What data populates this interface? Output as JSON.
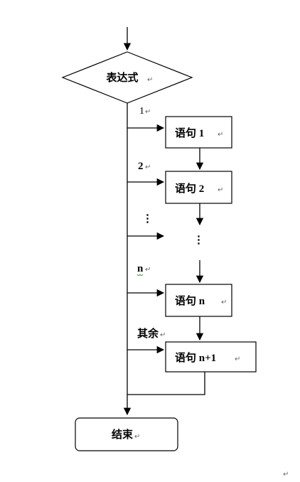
{
  "flowchart": {
    "decision": "表达式",
    "cases": [
      {
        "label": "1",
        "statement": "语句 1"
      },
      {
        "label": "2",
        "statement": "语句 2"
      },
      {
        "label": "⋮",
        "statement": "⋮"
      },
      {
        "label": "n",
        "statement": "语句 n"
      },
      {
        "label": "其余",
        "statement": "语句 n+1"
      }
    ],
    "end": "结束",
    "paragraph_mark": "↵"
  }
}
